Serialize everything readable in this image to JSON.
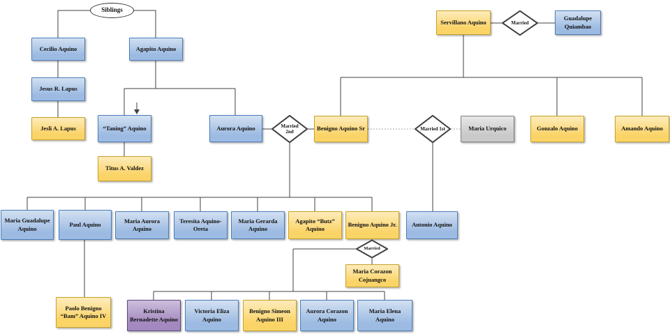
{
  "colors": {
    "line_color": "#404040",
    "blue_fill": "#9dbbe2",
    "blue_border": "#4a7ebb",
    "yellow_fill": "#fbd468",
    "yellow_border": "#c9a227",
    "gray_fill": "#c9c9c9",
    "gray_border": "#808080",
    "purple_fill": "#a389bf",
    "purple_border": "#5f497a"
  },
  "nodes": {
    "siblings": "Siblings",
    "cecilio": "Cecilio Aquino",
    "agapito": "Agapito Aquino",
    "jesus_lapus": "Jesus R. Lapus",
    "jesli_lapus": "Jesli A. Lapus",
    "servillano": "Servillano Aquino",
    "married_top": "Married",
    "guadalupe_quiambao": "Guadalupe Quiambao",
    "taning": "“Taning” Aquino",
    "aurora": "Aurora Aquino",
    "married_2nd": "Married 2nd",
    "benigno_sr": "Benigno Aquino Sr",
    "married_1st": "Married 1st",
    "maria_urquico": "Maria Urquico",
    "gonzalo": "Gonzalo Aquino",
    "amando": "Amando Aquino",
    "titus_valdez": "Titus A. Valdez",
    "maria_guadalupe": "Maria Guadalupe Aquino",
    "paul": "Paul Aquino",
    "maria_aurora": "Maria Aurora Aquino",
    "teresita": "Teresita Aquino-Oreta",
    "maria_gerarda": "Maria Gerarda Aquino",
    "agapito_butz": "Agapito “Butz” Aquino",
    "benigno_jr": "Benigno Aquino Jr.",
    "antonio": "Antonio Aquino",
    "married_jr": "Married",
    "corazon": "Maria Corazon Cojuangco",
    "bam": "Paolo Benigno “Bam” Aquino IV",
    "kristina": "Kristina Bernadette Aquino",
    "victoria": "Victoria Eliza Aquino",
    "benigno_iii": "Benigno Simeon Aquino III",
    "aurora_corazon": "Aurora Corazon Aquino",
    "maria_elena": "Maria Elena Aquino"
  }
}
